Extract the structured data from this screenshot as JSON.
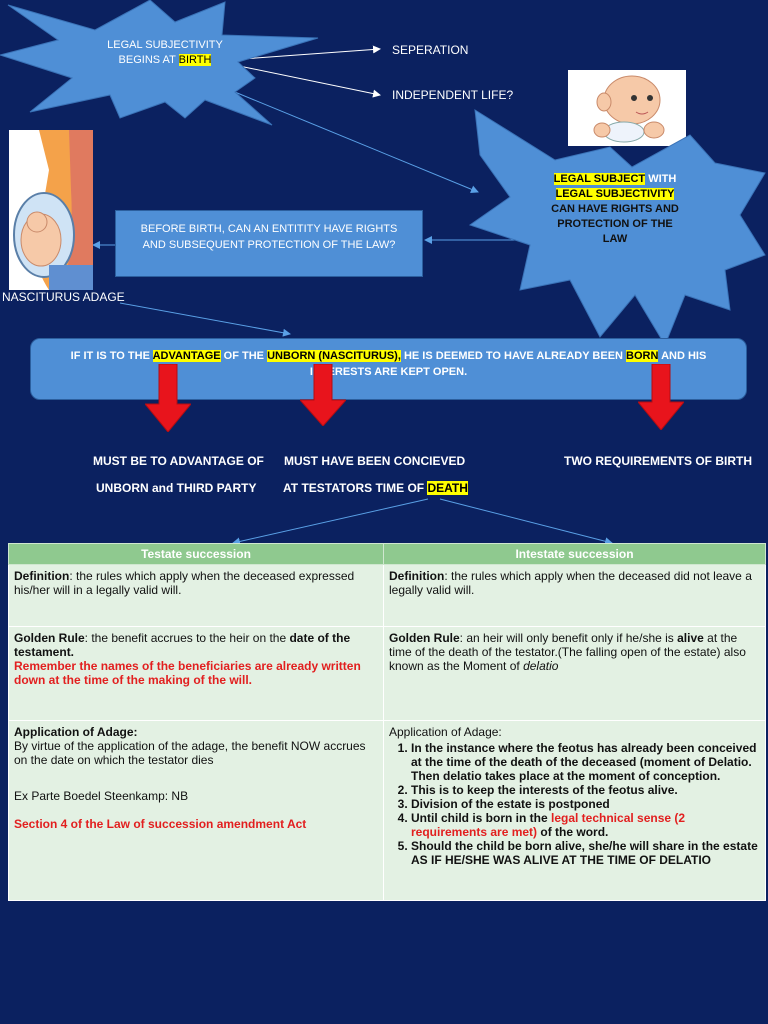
{
  "star1": {
    "line1": "LEGAL SUBJECTIVITY",
    "line2_pre": "BEGINS AT ",
    "line2_hl": "BIRTH"
  },
  "arrow_targets": {
    "sep": "SEPERATION",
    "indep": "INDEPENDENT LIFE?"
  },
  "star2": {
    "line1_hl": "LEGAL SUBJECT",
    "line1_post": " WITH",
    "line2_hl": "LEGAL SUBJECTIVITY",
    "line3": "CAN HAVE RIGHTS AND",
    "line4": "PROTECTION OF THE",
    "line5": "LAW"
  },
  "question_box": {
    "line1": "BEFORE BIRTH, CAN AN ENTITITY HAVE RIGHTS",
    "line2": "AND SUBSEQUENT PROTECTION OF THE LAW?"
  },
  "nasciturus_label": "NASCITURUS ADAGE",
  "adage_box": {
    "t1": "IF IT IS TO THE ",
    "hl1": "ADVANTAGE",
    "t2": " OF THE ",
    "hl2": "UNBORN (NASCITURUS),",
    "t3": " HE IS DEEMED TO HAVE ALREADY BEEN ",
    "hl3": "BORN",
    "t4": " AND HIS",
    "line2": "INTERESTS ARE KEPT OPEN."
  },
  "conditions": {
    "c1_line1": "MUST BE TO ADVANTAGE OF",
    "c1_line2": "UNBORN and  THIRD PARTY",
    "c2_line1": "MUST HAVE BEEN CONCIEVED",
    "c2_line2_pre": "AT TESTATORS TIME OF ",
    "c2_line2_hl": "DEATH",
    "c3_line1": "TWO REQUIREMENTS OF BIRTH"
  },
  "table": {
    "headers": [
      "Testate succession",
      "Intestate succession"
    ],
    "r1": {
      "left_bold": "Definition",
      "left_text": ": the rules which apply when the deceased expressed his/her will in a legally valid will.",
      "right_bold": "Definition",
      "right_text": ": the rules which apply when the deceased did not leave a legally valid will."
    },
    "r2": {
      "left_bold": "Golden Rule",
      "left_text": ": the benefit accrues to the heir on the ",
      "left_bold2": "date of the testament.",
      "left_red": "Remember the names of the beneficiaries are already written down at the time of the making of the will.",
      "right_bold": "Golden Rule",
      "right_text": ": an heir will only benefit only if he/she is ",
      "right_bold2": "alive",
      "right_text2": " at the time of the death of the testator.(The falling open of the estate) also known as the Moment of ",
      "right_ital": "delatio"
    },
    "r3": {
      "left_bold": "Application of Adage:",
      "left_text": " By virtue of the application of the adage,  the benefit NOW accrues on the date on which the testator dies",
      "left_case": "Ex Parte Boedel Steenkamp: NB",
      "left_red": "Section 4 of the Law of succession amendment Act",
      "right_bold": "Application of Adage:",
      "items": [
        "In the instance where the feotus has already been conceived at the time of the death of the deceased (moment of Delatio. Then delatio takes place at the moment of conception.",
        "This is to keep the interests of the feotus alive.",
        "Division of the estate is postponed",
        "Should the child be born alive, she/he will share in the estate AS IF HE/SHE WAS ALIVE AT THE TIME OF DELATIO"
      ],
      "item4_pre": "Until child is born in the ",
      "item4_red": "legal technical sense (2 requirements are met)",
      "item4_post": " of the word."
    }
  },
  "colors": {
    "background": "#0b2160",
    "star": "#4f8fd6",
    "highlight": "#ffff00",
    "arrow_red": "#e8141c",
    "table_header": "#8fc98f",
    "table_cell": "#e3f1e3"
  },
  "icons": [
    "baby-illustration",
    "pregnant-woman-illustration"
  ]
}
